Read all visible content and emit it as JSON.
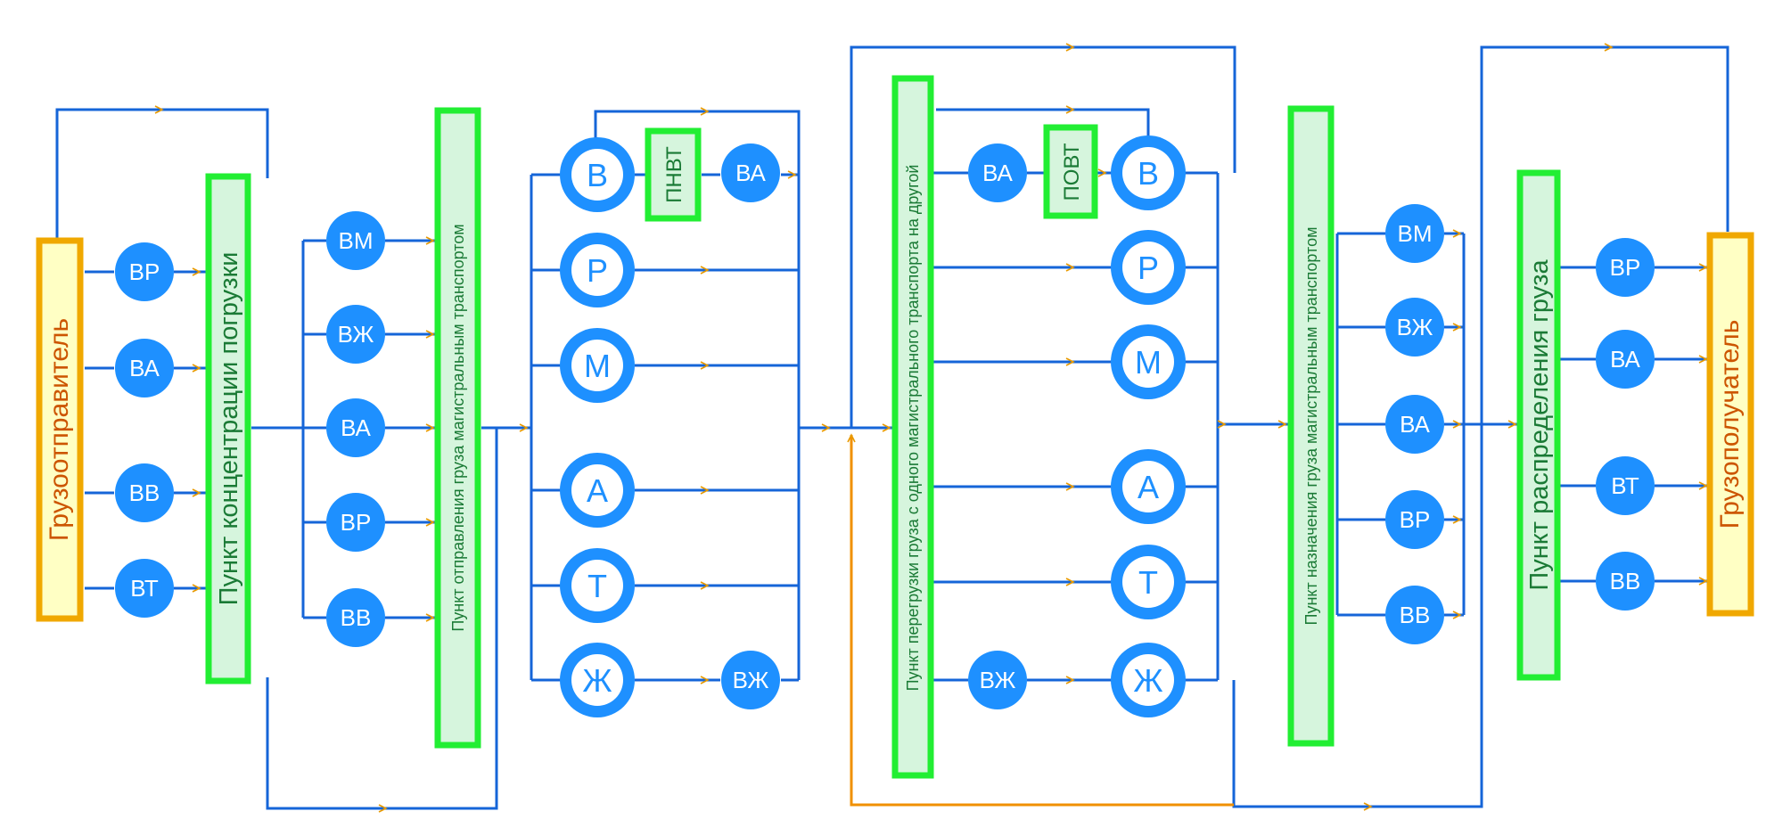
{
  "colors": {
    "line": "#1565d8",
    "arrow": "#e89a00",
    "return_line": "#f09000",
    "node": "#1e90ff",
    "point_border": "#22ee33",
    "point_fill": "#d6f5dd",
    "point_text": "#1a7a35",
    "party_border": "#f0a800",
    "party_fill": "#ffffc4",
    "party_text": "#cc5500"
  },
  "parties": {
    "sender": "Грузоотправитель",
    "receiver": "Грузополучатель"
  },
  "points": {
    "concentration": "Пункт концентрации погрузки",
    "departure": "Пункт отправления груза магистральным транспортом",
    "transshipment": "Пункт перегрузки груза с одного магистрального транспорта на другой",
    "destination": "Пункт назначения груза магистральным транспортом",
    "distribution": "Пункт распределения груза"
  },
  "terminals": {
    "pnvt": "ПНВТ",
    "povt": "ПОВТ"
  },
  "nodes": {
    "sender_side": [
      "ВР",
      "ВА",
      "ВВ",
      "ВТ"
    ],
    "departure_in": [
      "ВМ",
      "ВЖ",
      "ВА",
      "ВР",
      "ВВ"
    ],
    "main_modes": [
      "В",
      "Р",
      "М",
      "А",
      "Т",
      "Ж"
    ],
    "transfer_va": "ВА",
    "transfer_vzh": "ВЖ",
    "destination_out": [
      "ВМ",
      "ВЖ",
      "ВА",
      "ВР",
      "ВВ"
    ],
    "receiver_side": [
      "ВР",
      "ВА",
      "ВТ",
      "ВВ"
    ]
  }
}
